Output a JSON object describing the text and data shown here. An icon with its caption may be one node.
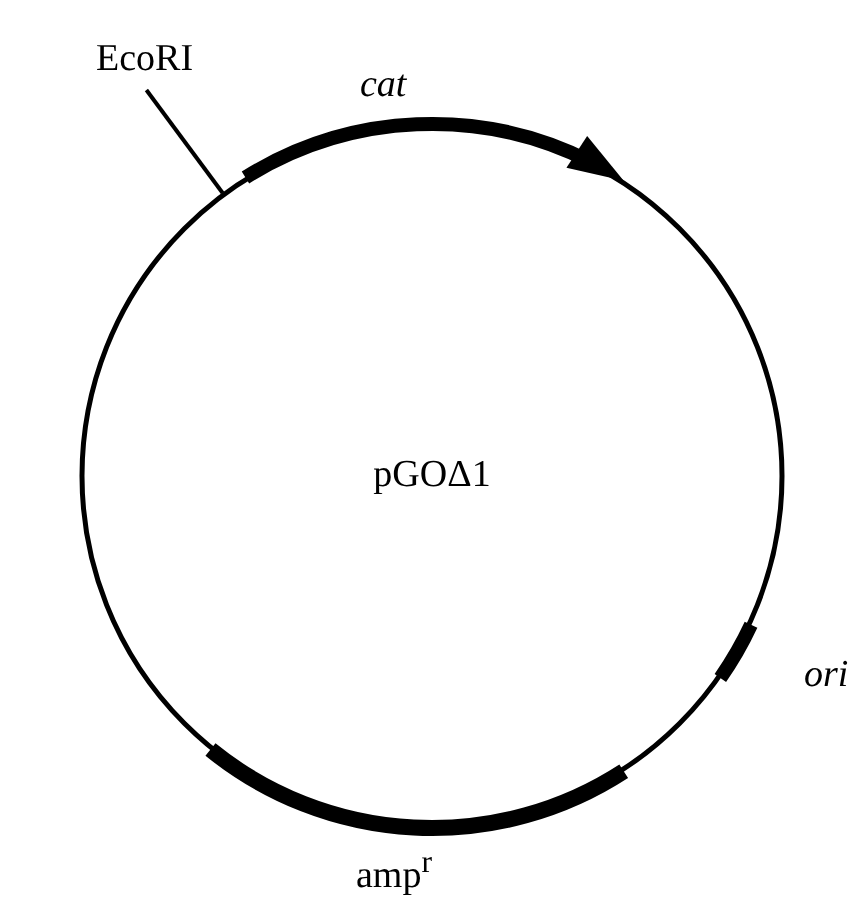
{
  "diagram": {
    "nodes": [
      {
        "text": [
          "pGOΔ1"
        ]
      },
      {
        "text": [
          "EcoRI"
        ]
      }
    ],
    "edges": [
      {
        "from": 1,
        "to": 0,
        "arrow": "none"
      }
    ],
    "labels": [
      "cat",
      "ori",
      "amp$^{r}$"
    ]
  }
}
